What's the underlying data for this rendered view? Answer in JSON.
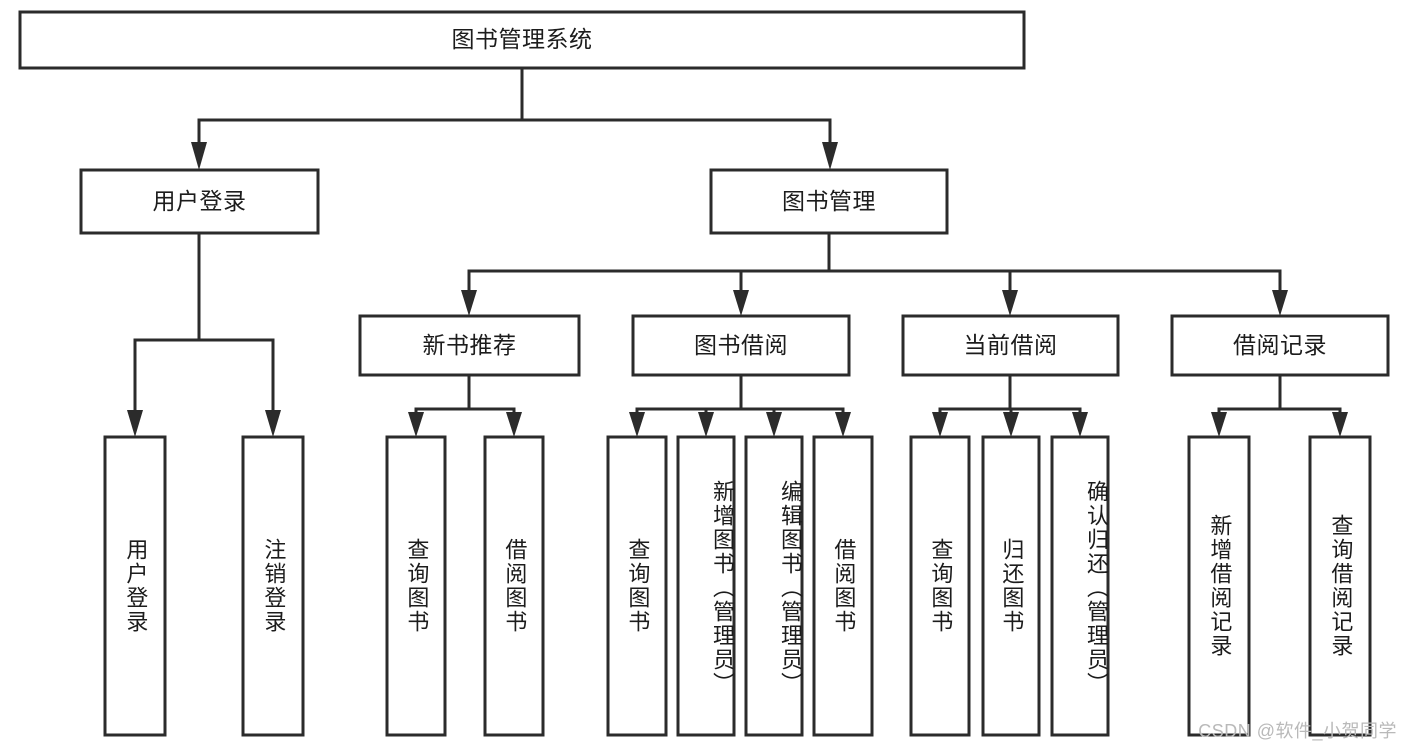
{
  "diagram": {
    "type": "tree",
    "title": "图书管理系统",
    "style": {
      "background": "#ffffff",
      "stroke": "#2b2b2b",
      "fill": "#ffffff",
      "text": "#1c1c1c",
      "watermark_color": "#b9b9b9"
    },
    "root": {
      "id": "root",
      "label": "图书管理系统",
      "orientation": "horizontal"
    },
    "level2": [
      {
        "id": "user-login",
        "label": "用户登录",
        "orientation": "horizontal"
      },
      {
        "id": "book-management",
        "label": "图书管理",
        "orientation": "horizontal"
      }
    ],
    "level3": [
      {
        "id": "new-book-recommend",
        "label": "新书推荐",
        "orientation": "horizontal",
        "parent": "book-management"
      },
      {
        "id": "book-borrow",
        "label": "图书借阅",
        "orientation": "horizontal",
        "parent": "book-management"
      },
      {
        "id": "current-borrow",
        "label": "当前借阅",
        "orientation": "horizontal",
        "parent": "book-management"
      },
      {
        "id": "borrow-record",
        "label": "借阅记录",
        "orientation": "horizontal",
        "parent": "book-management"
      }
    ],
    "leaves": [
      {
        "id": "leaf-user-login",
        "label": "用户登录",
        "parent": "user-login",
        "orientation": "vertical",
        "align": "middle"
      },
      {
        "id": "leaf-user-logout",
        "label": "注销登录",
        "parent": "user-login",
        "orientation": "vertical",
        "align": "middle"
      },
      {
        "id": "leaf-query-book-1",
        "label": "查询图书",
        "parent": "new-book-recommend",
        "orientation": "vertical",
        "align": "middle"
      },
      {
        "id": "leaf-borrow-book-1",
        "label": "借阅图书",
        "parent": "new-book-recommend",
        "orientation": "vertical",
        "align": "middle"
      },
      {
        "id": "leaf-query-book-2",
        "label": "查询图书",
        "parent": "book-borrow",
        "orientation": "vertical",
        "align": "middle"
      },
      {
        "id": "leaf-add-book",
        "label": "新增图书（管理员）",
        "parent": "book-borrow",
        "orientation": "vertical",
        "align": "start"
      },
      {
        "id": "leaf-edit-book",
        "label": "编辑图书（管理员）",
        "parent": "book-borrow",
        "orientation": "vertical",
        "align": "start"
      },
      {
        "id": "leaf-borrow-book-2",
        "label": "借阅图书",
        "parent": "book-borrow",
        "orientation": "vertical",
        "align": "middle"
      },
      {
        "id": "leaf-query-book-3",
        "label": "查询图书",
        "parent": "current-borrow",
        "orientation": "vertical",
        "align": "middle"
      },
      {
        "id": "leaf-return-book",
        "label": "归还图书",
        "parent": "current-borrow",
        "orientation": "vertical",
        "align": "middle"
      },
      {
        "id": "leaf-confirm-return",
        "label": "确认归还（管理员）",
        "parent": "current-borrow",
        "orientation": "vertical",
        "align": "start"
      },
      {
        "id": "leaf-add-record",
        "label": "新增借阅记录",
        "parent": "borrow-record",
        "orientation": "vertical",
        "align": "middle"
      },
      {
        "id": "leaf-query-record",
        "label": "查询借阅记录",
        "parent": "borrow-record",
        "orientation": "vertical",
        "align": "middle"
      }
    ],
    "watermark": "CSDN @软件_小贺同学"
  }
}
